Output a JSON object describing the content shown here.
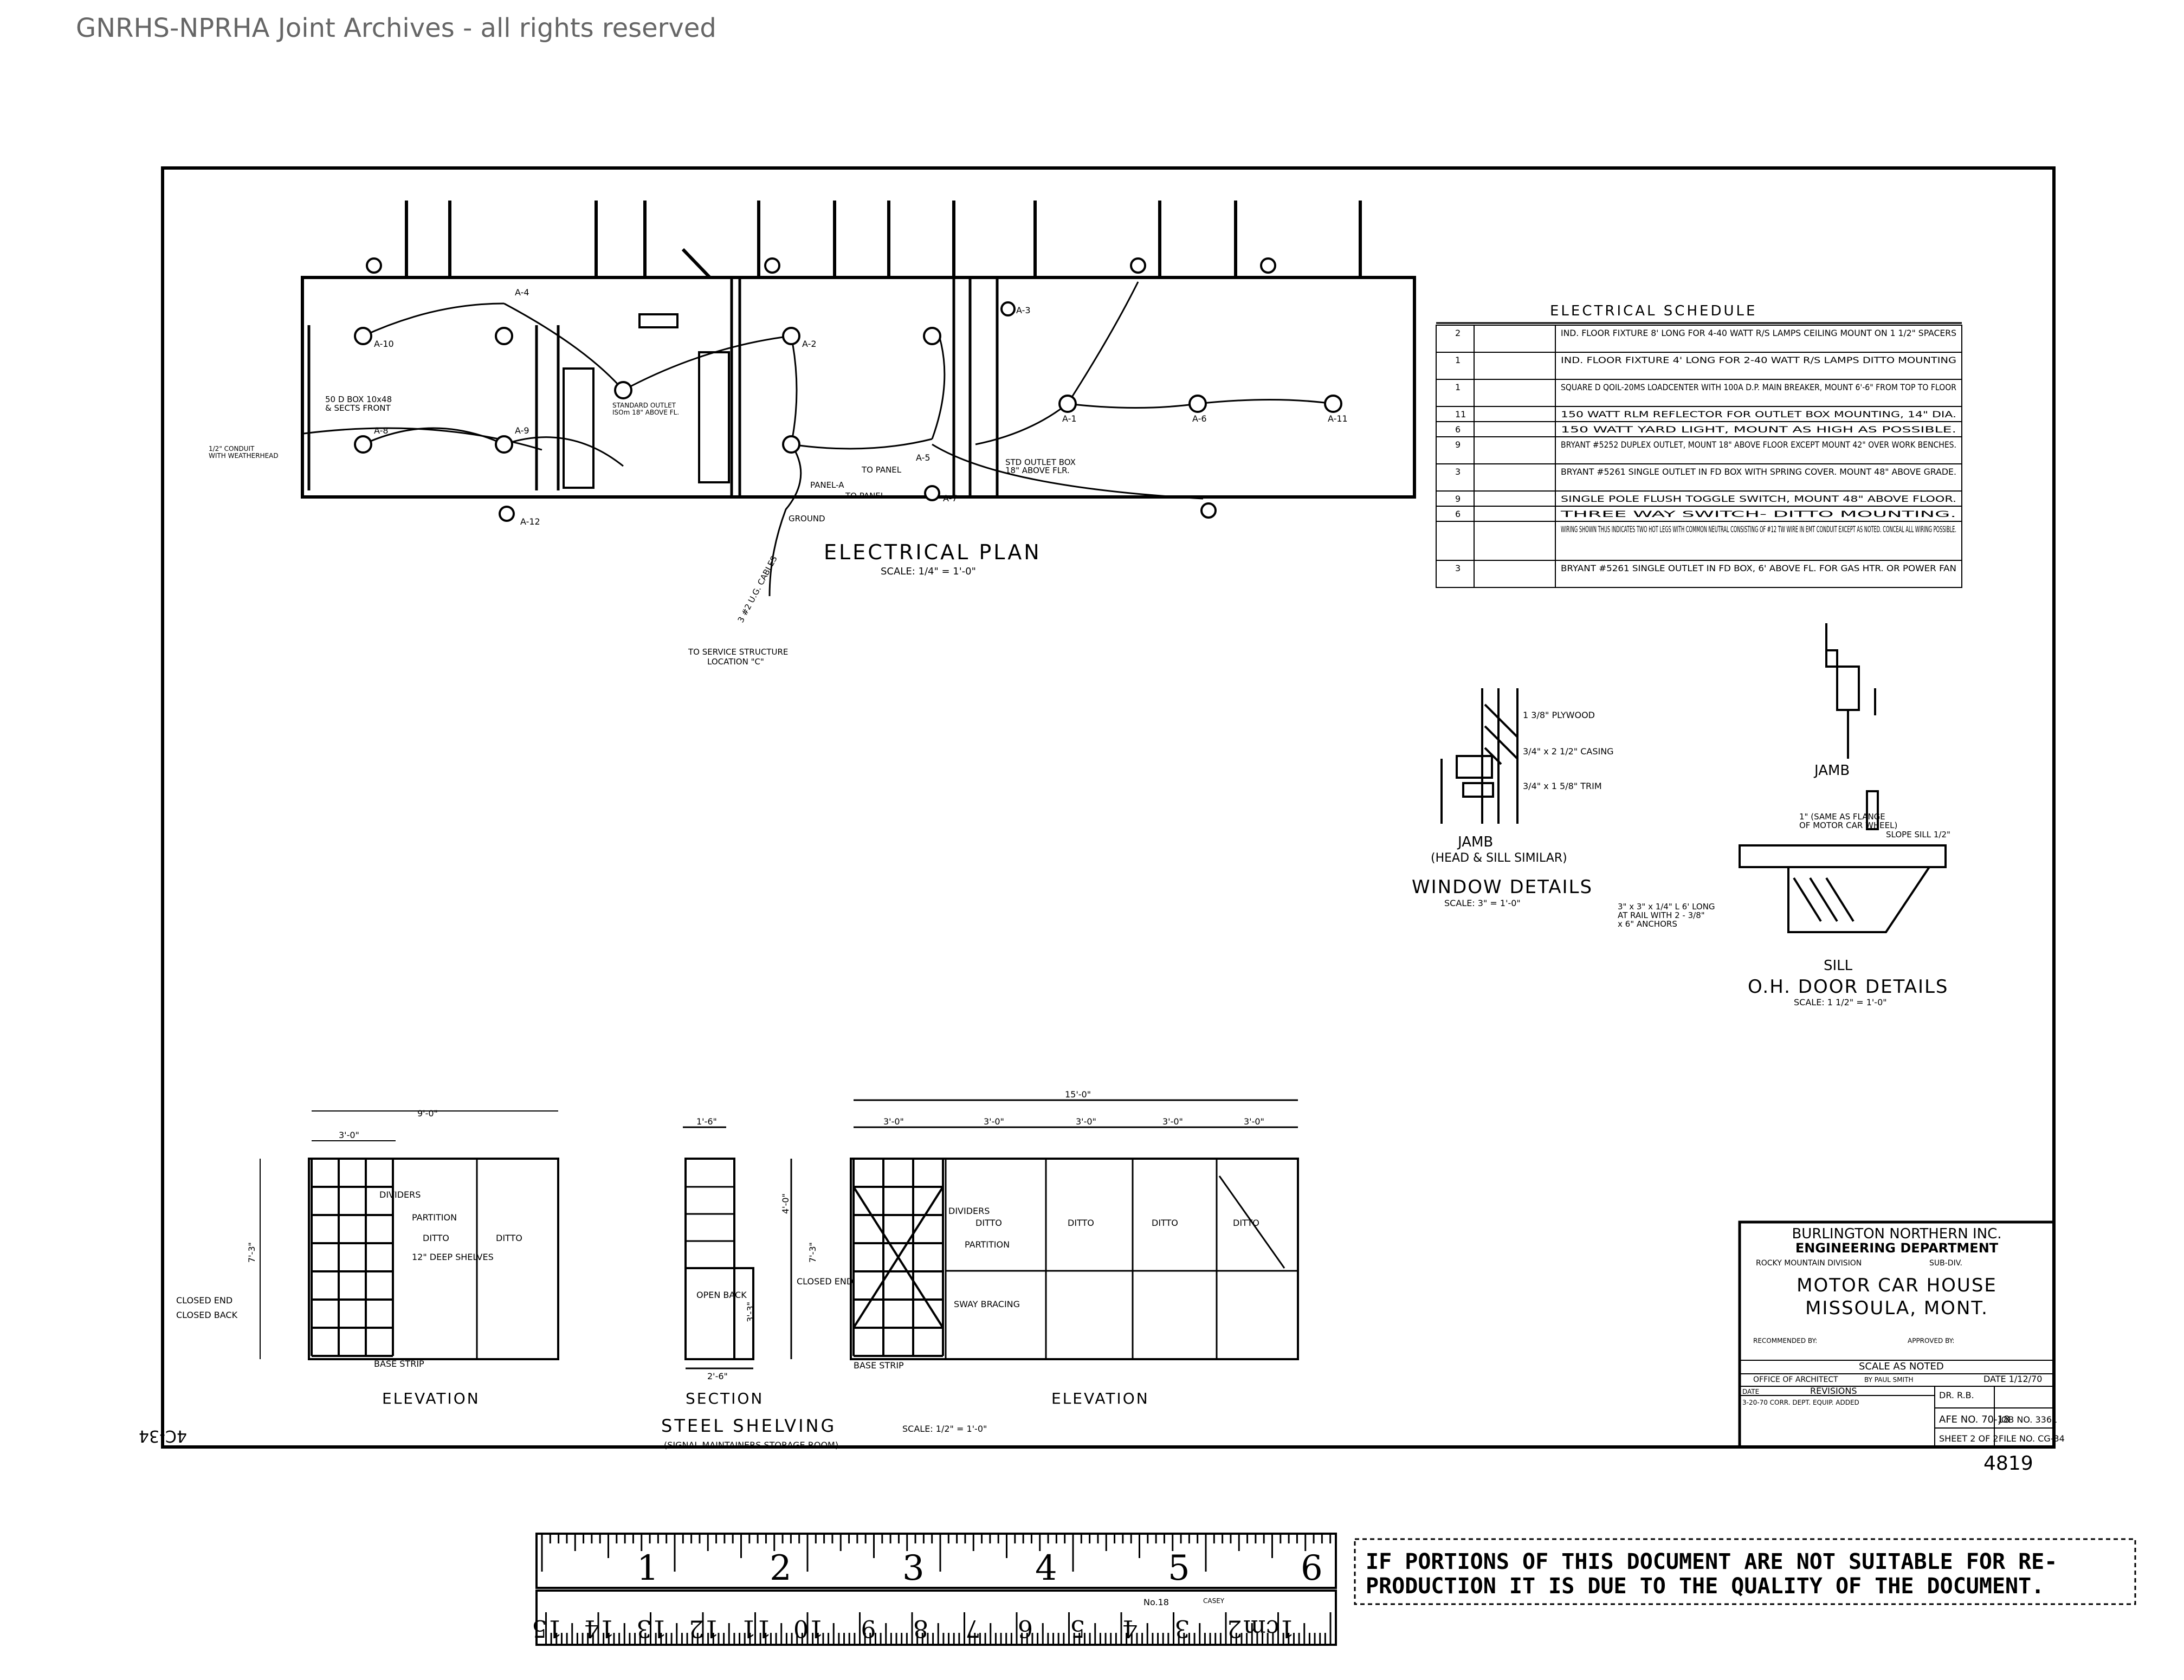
{
  "watermark": "GNRHS-NPRHA Joint Archives - all rights reserved",
  "electrical_plan": {
    "title": "ELECTRICAL PLAN",
    "scale": "SCALE: 1/4\" = 1'-0\"",
    "labels": {
      "service": "TO SERVICE STRUCTURE",
      "service_loc": "LOCATION \"C\"",
      "panel_a": "PANEL-A",
      "ground": "GROUND",
      "to_panel_1": "TO PANEL",
      "to_panel_2": "TO PANEL",
      "outlet_box": "STD OUTLET BOX",
      "outlet_box2": "18\" ABOVE FLR.",
      "box": "50 D BOX 10x48",
      "box2": "& SECTS FRONT",
      "conduit": "1/2\" CONDUIT",
      "conduit2": "WITH WEATHERHEAD",
      "std_outlet": "STANDARD OUTLET",
      "std_outlet2": "ISOm 18\" ABOVE FL.",
      "feed": "3 #2 U.G. CABLES"
    },
    "circuits": [
      "A-10",
      "A-4",
      "A-8",
      "A-9",
      "A-2",
      "A-7",
      "A-5",
      "A-1",
      "A-3",
      "A-6",
      "A-11",
      "A-12"
    ]
  },
  "schedule": {
    "title": "ELECTRICAL SCHEDULE",
    "rows": [
      {
        "qty": "2",
        "desc": "IND. FLOOR FIXTURE 8' LONG FOR 4-40 WATT R/S LAMPS CEILING MOUNT ON 1 1/2\" SPACERS"
      },
      {
        "qty": "1",
        "desc": "IND. FLOOR FIXTURE 4' LONG FOR 2-40 WATT R/S LAMPS DITTO MOUNTING"
      },
      {
        "qty": "1",
        "desc": "SQUARE D QOIL-20MS LOADCENTER WITH 100A D.P. MAIN BREAKER, MOUNT 6'-6\" FROM TOP TO FLOOR"
      },
      {
        "qty": "11",
        "desc": "150 WATT RLM REFLECTOR FOR OUTLET BOX MOUNTING, 14\" DIA."
      },
      {
        "qty": "6",
        "desc": "150 WATT YARD LIGHT, MOUNT AS HIGH AS POSSIBLE."
      },
      {
        "qty": "9",
        "desc": "BRYANT #5252 DUPLEX OUTLET, MOUNT 18\" ABOVE FLOOR EXCEPT MOUNT 42\" OVER WORK BENCHES."
      },
      {
        "qty": "3",
        "desc": "BRYANT #5261 SINGLE OUTLET IN FD BOX WITH SPRING COVER. MOUNT 48\" ABOVE GRADE."
      },
      {
        "qty": "9",
        "desc": "SINGLE POLE FLUSH TOGGLE SWITCH, MOUNT 48\" ABOVE FLOOR."
      },
      {
        "qty": "6",
        "desc": "THREE WAY SWITCH- DITTO MOUNTING."
      },
      {
        "qty": "",
        "desc": "WIRING SHOWN THUS INDICATES TWO HOT LEGS WITH COMMON NEUTRAL CONSISTING OF #12 TW WIRE IN EMT CONDUIT EXCEPT AS NOTED. CONCEAL ALL WIRING POSSIBLE."
      },
      {
        "qty": "3",
        "desc": "BRYANT #5261 SINGLE OUTLET IN FD BOX, 6' ABOVE FL. FOR GAS HTR. OR POWER FAN"
      }
    ]
  },
  "window_details": {
    "jamb": "JAMB",
    "similar": "(HEAD & SILL SIMILAR)",
    "title": "WINDOW DETAILS",
    "scale": "SCALE: 3\" = 1'-0\"",
    "notes": [
      "1 3/8\" PLYWOOD",
      "3/4\" x 2 1/2\" CASING",
      "3/4\" x 1 5/8\" TRIM"
    ]
  },
  "door_details": {
    "jamb": "JAMB",
    "sill": "SILL",
    "title": "O.H. DOOR DETAILS",
    "scale": "SCALE: 1 1/2\" = 1'-0\"",
    "notes": [
      "1\" (SAME AS FLANGE",
      "OF MOTOR CAR WHEEL)",
      "SLOPE SILL 1/2\"",
      "3\" x 3\" x 1/4\" L 6' LONG",
      "AT RAIL WITH 2 - 3/8\"",
      "x 6\" ANCHORS"
    ]
  },
  "shelving": {
    "title": "STEEL SHELVING",
    "scale": "SCALE: 1/2\" = 1'-0\"",
    "subtitle": "(SIGNAL MAINTAINERS STORAGE ROOM)",
    "elevation_left": "ELEVATION",
    "section": "SECTION",
    "elevation_right": "ELEVATION",
    "left_labels": [
      "DIVIDERS",
      "PARTITION",
      "DITTO",
      "DITTO",
      "12\" DEEP SHELVES",
      "CLOSED END",
      "CLOSED BACK",
      "BASE STRIP"
    ],
    "left_dims": [
      "9'-0\"",
      "3'-0\"",
      "7'-3\""
    ],
    "section_labels": [
      "OPEN BACK",
      "CLOSED END"
    ],
    "section_dims": [
      "1'-6\"",
      "2'-6\"",
      "4'-0\"",
      "3'-3\"",
      "7'-3\""
    ],
    "right_labels": [
      "DIVIDERS",
      "DITTO",
      "PARTITION",
      "DITTO",
      "DITTO",
      "DITTO",
      "SWAY BRACING",
      "BASE STRIP"
    ],
    "right_dims": [
      "15'-0\"",
      "3'-0\"",
      "3'-0\"",
      "3'-0\"",
      "3'-0\"",
      "3'-0\""
    ]
  },
  "title_block": {
    "company": "BURLINGTON NORTHERN INC.",
    "dept": "ENGINEERING DEPARTMENT",
    "division": "ROCKY MOUNTAIN DIVISION",
    "subdiv": "SUB-DIV.",
    "project1": "MOTOR CAR HOUSE",
    "project2": "MISSOULA, MONT.",
    "recommended": "RECOMMENDED BY:",
    "approved": "APPROVED BY:",
    "scale": "SCALE AS NOTED",
    "office": "OFFICE OF ARCHITECT",
    "by": "BY PAUL SMITH",
    "date": "DATE 1/12/70",
    "revisions": "REVISIONS",
    "rev_date": "DATE",
    "rev_entry": "3-20-70 CORR. DEPT. EQUIP. ADDED",
    "dr": "DR. R.B.",
    "afe": "AFE NO. 70-18",
    "job": "JOB NO. 3361",
    "sheet": "SHEET 2 OF 2",
    "file": "FILE NO. CG-34"
  },
  "margin_left": "4C-34",
  "drawing_number": "4819",
  "ruler": {
    "inches": [
      "1",
      "2",
      "3",
      "4",
      "5",
      "6"
    ],
    "cm": [
      "1cm",
      "2",
      "3",
      "4",
      "5",
      "6",
      "7",
      "8",
      "9",
      "10",
      "11",
      "12",
      "13",
      "14",
      "15"
    ],
    "model": "No.18",
    "maker": "CASEY"
  },
  "notice": {
    "line1": "IF PORTIONS OF THIS DOCUMENT ARE NOT SUITABLE FOR RE-",
    "line2": "PRODUCTION IT IS DUE TO THE QUALITY OF THE DOCUMENT."
  }
}
